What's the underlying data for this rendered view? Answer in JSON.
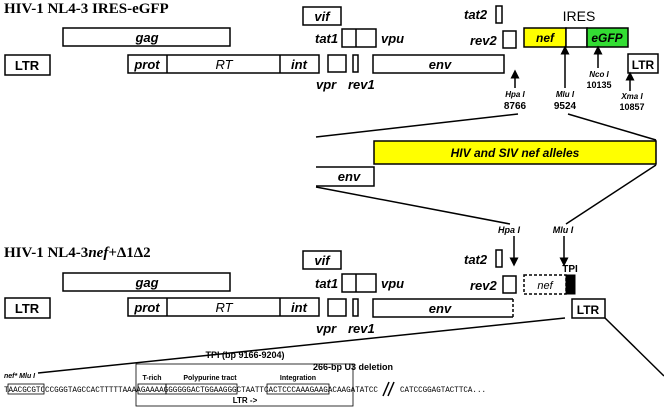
{
  "constructs": {
    "top_title": "HIV-1 NL4-3 IRES-eGFP",
    "bottom_title_prefix": "HIV-1 NL4-3",
    "bottom_title_nef": "nef",
    "bottom_title_suffix": "+Δ1Δ2"
  },
  "genes": {
    "ltr": "LTR",
    "gag": "gag",
    "prot": "prot",
    "rt": "RT",
    "int": "int",
    "vif": "vif",
    "tat1": "tat1",
    "vpu": "vpu",
    "vpr": "vpr",
    "rev1": "rev1",
    "env": "env",
    "tat2": "tat2",
    "rev2": "rev2",
    "nef": "nef",
    "egfp": "eGFP",
    "ires": "IRES"
  },
  "sites": {
    "hpa": "Hpa I",
    "hpa_pos": "8766",
    "mlu": "Mlu I",
    "mlu_pos": "9524",
    "nco": "Nco I",
    "nco_pos": "10135",
    "xma": "Xma I",
    "xma_pos": "10857"
  },
  "insert_label": "HIV and SIV nef alleles",
  "tpi_label": "TPI",
  "sequence": {
    "tpi_header": "TPI (bp 9166-9204)",
    "nef_mlu_label_a": "nef",
    "nef_mlu_label_b": "* Mlu I",
    "t_rich": "T-rich",
    "polypurine": "Polypurine tract",
    "integration": "Integration",
    "ltr_arrow": "LTR ->",
    "deletion": "266-bp U3 deletion",
    "seq_left": "TAACGCGTCCCGGGTAGCCACTTTTTAAAAGAAAAGGGGGGACTGGAAGGGCTAATTCACTCCCAAAGAAGACAAGATATCC",
    "seq_right": "CATCCGGAGTACTTCA..."
  },
  "colors": {
    "insert_fill": "#ffff00",
    "egfp_fill": "#33dd33",
    "tpi_fill": "#000000"
  }
}
